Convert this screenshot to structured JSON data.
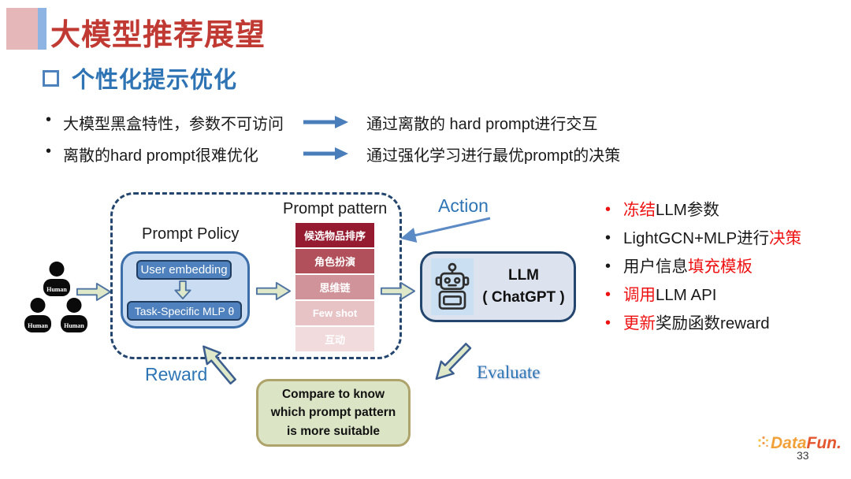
{
  "header": {
    "title": "大模型推荐展望",
    "subtitle": "个性化提示优化"
  },
  "intro_points": [
    {
      "left": "大模型黑盒特性，参数不可访问",
      "right": "通过离散的 hard prompt进行交互"
    },
    {
      "left": "离散的hard prompt很难优化",
      "right": "通过强化学习进行最优prompt的决策"
    }
  ],
  "diagram": {
    "human_label": "Human",
    "policy_title": "Prompt Policy",
    "policy_box1": "User embedding",
    "policy_box2": "Task-Specific MLP θ",
    "pattern_title": "Prompt pattern",
    "pattern_items": [
      {
        "label": "候选物品排序",
        "color": "#951C30"
      },
      {
        "label": "角色扮演",
        "color": "#B1505A"
      },
      {
        "label": "思维链",
        "color": "#D0939A"
      },
      {
        "label": "Few shot",
        "color": "#E7C3C6"
      },
      {
        "label": "互动",
        "color": "#F1DBDC"
      }
    ],
    "llm_line1": "LLM",
    "llm_line2": "( ChatGPT )",
    "action_label": "Action",
    "reward_label": "Reward",
    "evaluate_label": "Evaluate",
    "compare_text": "Compare to know\nwhich prompt pattern\nis more suitable"
  },
  "right_notes": [
    {
      "bullet_color": "#EE1111",
      "segments": [
        {
          "text": "冻结",
          "color": "#EE1111"
        },
        {
          "text": "LLM参数",
          "color": "#1a1a1a"
        }
      ]
    },
    {
      "bullet_color": "#1a1a1a",
      "segments": [
        {
          "text": "LightGCN+MLP进行",
          "color": "#1a1a1a"
        },
        {
          "text": "决策",
          "color": "#EE1111"
        }
      ]
    },
    {
      "bullet_color": "#1a1a1a",
      "segments": [
        {
          "text": "用户信息",
          "color": "#1a1a1a"
        },
        {
          "text": "填充模板",
          "color": "#EE1111"
        }
      ]
    },
    {
      "bullet_color": "#EE1111",
      "segments": [
        {
          "text": "调用",
          "color": "#EE1111"
        },
        {
          "text": "LLM API",
          "color": "#1a1a1a"
        }
      ]
    },
    {
      "bullet_color": "#EE1111",
      "segments": [
        {
          "text": "更新",
          "color": "#EE1111"
        },
        {
          "text": "奖励函数reward",
          "color": "#1a1a1a"
        }
      ]
    }
  ],
  "footer": {
    "logo_data": "Data",
    "logo_fun": "Fun.",
    "page_number": "33"
  },
  "colors": {
    "title_red": "#C03A33",
    "subtitle_blue": "#2E74B5",
    "flow_label_blue": "#2E75B6",
    "intro_arrow_blue": "#4A7EBB",
    "dash_navy": "#24466E",
    "green_arrow_fill": "#DFE8C9",
    "green_arrow_stroke": "#4F74A2",
    "policy_fill": "#C9DCF2",
    "inner_box_fill": "#4E81BD",
    "llm_fill": "#DCE3EE",
    "compare_fill": "#DBE4C5",
    "compare_border": "#AEA36B",
    "accent_pink": "#E5B7B9",
    "accent_blue": "#8DB4E2",
    "note_red": "#EE1111"
  }
}
